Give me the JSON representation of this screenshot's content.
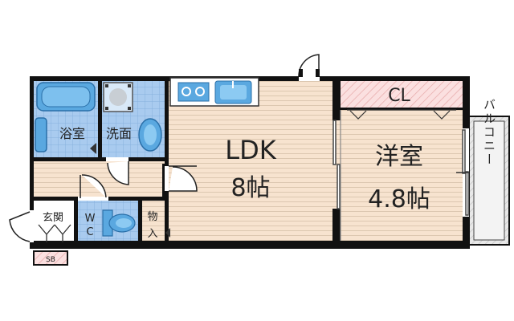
{
  "rooms": {
    "ldk": {
      "name": "LDK",
      "size": "8帖"
    },
    "western": {
      "name": "洋室",
      "size": "4.8帖"
    },
    "closet": "CL",
    "bath": "浴室",
    "washroom": "洗面",
    "entrance": "玄関",
    "toilet_top": "W",
    "toilet_bottom": "C",
    "storage_top": "物",
    "storage_bottom": "入",
    "shoe_box": "SB",
    "balcony": "バルコニー"
  },
  "colors": {
    "wall": "#111111",
    "flooring": "#f7e3cf",
    "flooring_line": "#d9c4ad",
    "wet_area": "#9fc4ec",
    "wet_grid": "#7fa8d8",
    "closet": "#fbdcdc",
    "closet_hatch": "#e3a0a0",
    "balcony": "#e6e6e6",
    "fixture": "#5aa8e0"
  },
  "icons": [
    "bathtub-icon",
    "sink-icon",
    "stove-icon",
    "kitchen-sink-icon",
    "toilet-icon",
    "washing-machine-pan-icon",
    "door-swing-icon",
    "sliding-door-icon"
  ]
}
